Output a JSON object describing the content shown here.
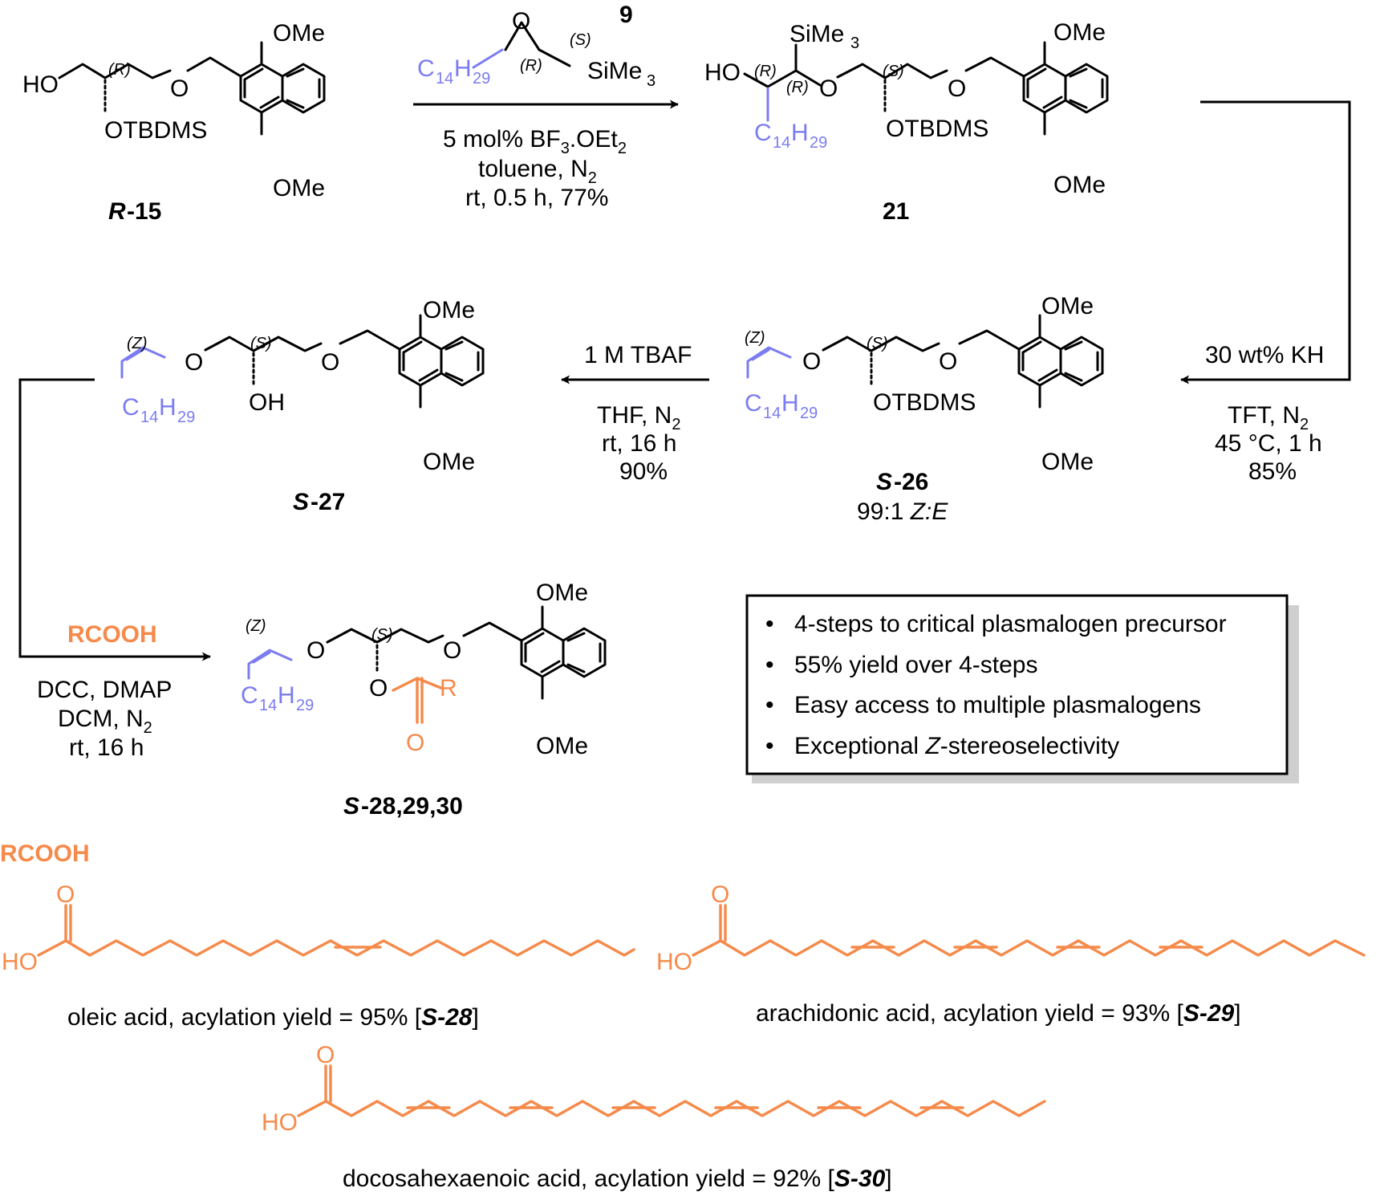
{
  "compounds": {
    "r15": {
      "label_prefix": "R",
      "label_num": "-15"
    },
    "c21": {
      "label": "21"
    },
    "s26": {
      "label_prefix": "S",
      "label_num": "-26",
      "ratio_pre": "99:1 ",
      "ratio_ze": "Z:E"
    },
    "s27": {
      "label_prefix": "S",
      "label_num": "-27"
    },
    "s28": {
      "label_prefix": "S",
      "label_num": "-28,29,30"
    }
  },
  "atoms": {
    "ho": "HO",
    "o": "O",
    "ome": "OMe",
    "otbdms": "OTBDMS",
    "oh": "OH",
    "sime3": "SiMe",
    "sime3_sub": "3",
    "c": "C",
    "c_sub": "14",
    "h": "H",
    "h_sub": "29",
    "r": "R",
    "r_stereo": "(R)",
    "s_stereo": "(S)",
    "z_stereo": "(Z)"
  },
  "reagents": {
    "epoxide_num": "9",
    "step1": {
      "line1_pre": "5 mol% BF",
      "line1_sub": "3",
      "line1_post": ".OEt",
      "line1_sub2": "2",
      "line2_pre": "toluene, N",
      "line2_sub": "2",
      "line3": "rt, 0.5 h, 77%"
    },
    "step2": {
      "above": "30 wt% KH",
      "line1_pre": "TFT, N",
      "line1_sub": "2",
      "line2": "45 °C, 1 h",
      "line3": "85%"
    },
    "step3": {
      "above": "1 M TBAF",
      "line1_pre": "THF, N",
      "line1_sub": "2",
      "line2": "rt, 16 h",
      "line3": "90%"
    },
    "step4": {
      "above": "RCOOH",
      "line1": "DCC, DMAP",
      "line2_pre": "DCM, N",
      "line2_sub": "2",
      "line3": "rt, 16 h"
    }
  },
  "highlights": {
    "items": [
      {
        "pre": "4-steps to critical plasmalogen precursor",
        "it": "",
        "post": ""
      },
      {
        "pre": "55% yield over 4-steps",
        "it": "",
        "post": ""
      },
      {
        "pre": "Easy access to multiple plasmalogens",
        "it": "",
        "post": ""
      },
      {
        "pre": "Exceptional ",
        "it": "Z",
        "post": "-stereoselectivity"
      }
    ]
  },
  "acids": {
    "heading": "RCOOH",
    "oleic": {
      "pre": "oleic acid, acylation yield = 95% [",
      "bold": "S-28",
      "post": "]"
    },
    "arachidonic": {
      "pre": "arachidonic acid, acylation yield = 93% [",
      "bold": "S-29",
      "post": "]"
    },
    "dha": {
      "pre": "docosahexaenoic acid, acylation yield = 92% [",
      "bold": "S-30",
      "post": "]"
    }
  },
  "colors": {
    "chain": "#7b7cf0",
    "acyl": "#f58a4a",
    "ink": "#000000",
    "shadow": "#cfcfcf"
  }
}
